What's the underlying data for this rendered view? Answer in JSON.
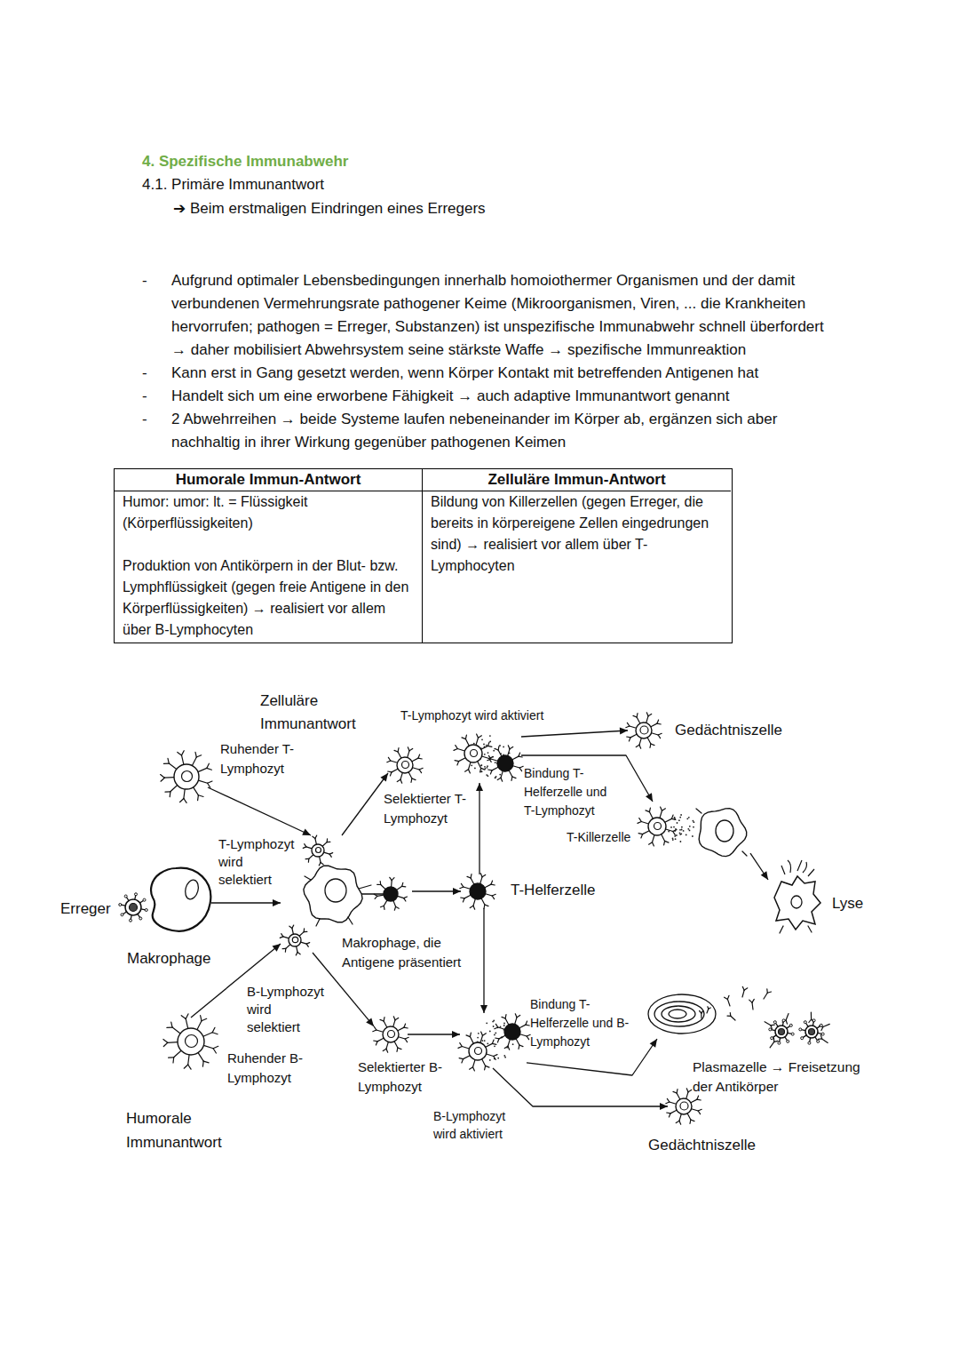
{
  "diagram": {
    "title": "4. Spezifische Immunabwehr",
    "nodes": [
      {
        "text": [
          "Erreger"
        ]
      },
      {
        "text": [
          "Makrophage"
        ]
      },
      {
        "text": [
          "Ruhender T-Lymphozyt"
        ]
      },
      {
        "text": [
          "Makrophage, die Antigene präsentiert"
        ]
      },
      {
        "text": [
          "Ruhender B-Lymphozyt"
        ]
      },
      {
        "text": [
          "Selektierter T-Lymphozyt"
        ]
      },
      {
        "text": [
          "T-Helferzelle"
        ]
      },
      {
        "text": [
          "Bindung T-Helferzelle und T-Lymphozyt"
        ]
      },
      {
        "text": [
          "Gedächtniszelle"
        ]
      },
      {
        "text": [
          "T-Killerzelle"
        ]
      },
      {
        "text": [
          "Lyse"
        ]
      },
      {
        "text": [
          "Selektierter B-Lymphozyt"
        ]
      },
      {
        "text": [
          "Bindung T-Helferzelle und B-Lymphozyt"
        ]
      },
      {
        "text": [
          "Plasmazelle → Freisetzung der Antikörper"
        ]
      },
      {
        "text": [
          "Gedächtniszelle"
        ]
      }
    ],
    "edges": [
      {
        "from": 1,
        "to": 3,
        "arrow": "to"
      },
      {
        "from": 2,
        "to": 3,
        "arrow": "to"
      },
      {
        "from": 4,
        "to": 3,
        "arrow": "to"
      },
      {
        "from": 3,
        "to": 5,
        "arrow": "to"
      },
      {
        "from": 3,
        "to": 11,
        "arrow": "to"
      },
      {
        "from": 3,
        "to": 6,
        "arrow": "to"
      },
      {
        "from": 6,
        "to": 7,
        "arrow": "to"
      },
      {
        "from": 6,
        "to": 12,
        "arrow": "to"
      },
      {
        "from": 7,
        "to": 8,
        "arrow": "to"
      },
      {
        "from": 7,
        "to": 9,
        "arrow": "to"
      },
      {
        "from": 9,
        "to": 10,
        "arrow": "to"
      },
      {
        "from": 11,
        "to": 12,
        "arrow": "to"
      },
      {
        "from": 12,
        "to": 14,
        "arrow": "to"
      },
      {
        "from": 12,
        "to": 13,
        "arrow": "to"
      }
    ],
    "labels": [
      "4.1. Primäre Immunantwort",
      "➔ Beim erstmaligen Eindringen eines Erregers",
      "-",
      "Aufgrund optimaler Lebensbedingungen innerhalb homoiothermer Organismen und der damit verbundenen Vermehrungsrate pathogener Keime (Mikroorganismen, Viren, ... die Krankheiten hervorrufen; pathogen = Erreger, Substanzen) ist unspezifische Immunabwehr schnell überfordert → daher mobilisiert Abwehrsystem seine stärkste Waffe → spezifische Immunreaktion",
      "-",
      "Kann erst in Gang gesetzt werden, wenn Körper Kontakt mit betreffenden Antigenen hat",
      "-",
      "Handelt sich um eine erworbene Fähigkeit → auch adaptive Immunantwort genannt",
      "-",
      "2 Abwehrreihen → beide Systeme laufen nebeneinander im Körper ab, ergänzen sich aber nachhaltig in ihrer Wirkung gegenüber pathogenen Keimen",
      "Humorale Immun-Antwort",
      "Zelluläre Immun-Antwort",
      "Humor: umor: lt. = Flüssigkeit (Körperflüssigkeiten)",
      "Produktion von Antikörpern in der Blut- bzw. Lymphflüssigkeit (gegen freie Antigene in den Körperflüssigkeiten) → realisiert vor allem über B-Lymphocyten",
      "Bildung von Killerzellen (gegen Erreger, die bereits in körpereigene Zellen eingedrungen sind) → realisiert vor allem über T-Lymphocyten",
      "Zelluläre Immunantwort",
      "T-Lymphozyt wird aktiviert",
      "T-Lymphozyt wird selektiert",
      "B-Lymphozyt wird selektiert",
      "B-Lymphozyt wird aktiviert",
      "Humorale Immunantwort"
    ]
  }
}
